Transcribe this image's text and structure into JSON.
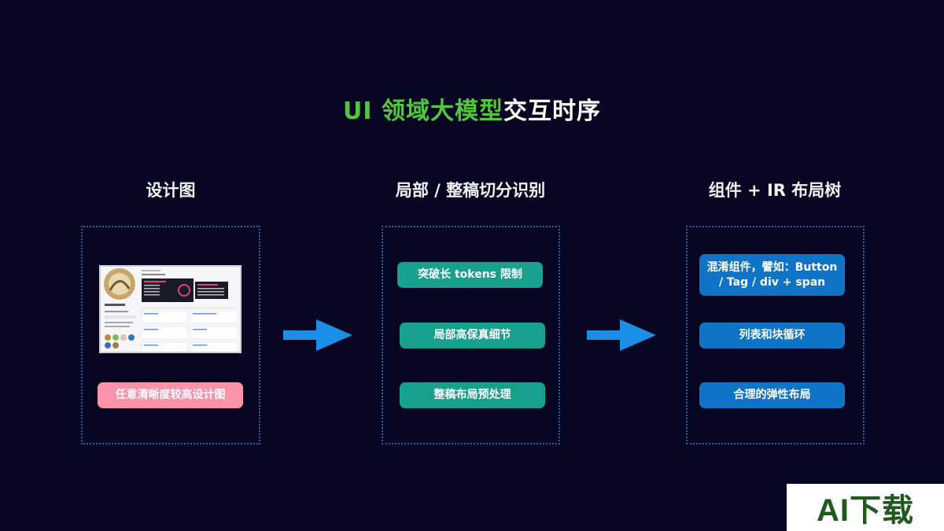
{
  "title": {
    "highlight": "UI 领域大模型",
    "rest": "交互时序"
  },
  "columns": [
    {
      "heading": "设计图",
      "items": [
        "任意清晰度较高设计图"
      ]
    },
    {
      "heading": "局部 / 整稿切分识别",
      "items": [
        "突破长 tokens 限制",
        "局部高保真细节",
        "整稿布局预处理"
      ]
    },
    {
      "heading": "组件 + IR 布局树",
      "items": [
        "混淆组件，譬如：Button / Tag / div + span",
        "列表和块循环",
        "合理的弹性布局"
      ]
    }
  ],
  "colors": {
    "background": "#060522",
    "title_green": "#4fc83a",
    "pink": "#f893aa",
    "teal": "#17a08c",
    "blue": "#0f74c5",
    "arrow": "#1a8fe8"
  },
  "icons": [
    "arrow-right-icon",
    "arrow-right-icon"
  ],
  "watermark": "AI下载"
}
